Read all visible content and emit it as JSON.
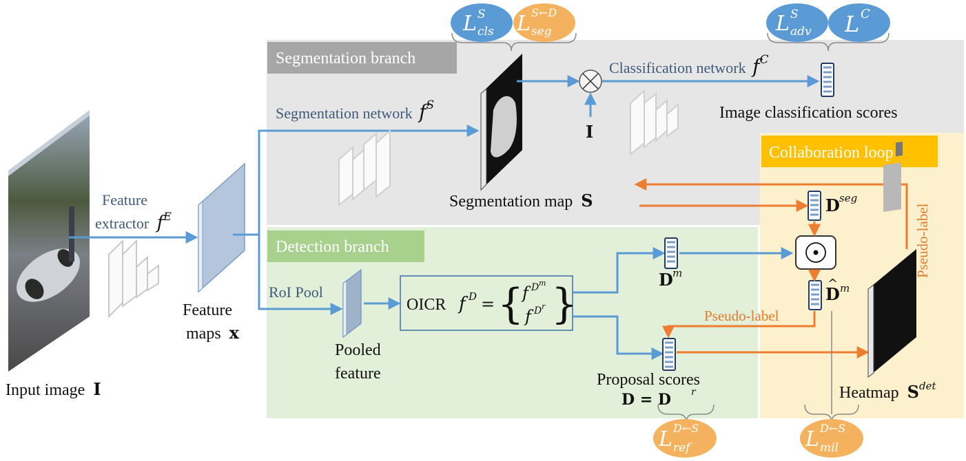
{
  "branches": {
    "segmentation": "Segmentation branch",
    "detection": "Detection branch",
    "collaboration": "Collaboration loop"
  },
  "labels": {
    "input_image": "Input image",
    "feature_extractor_line1": "Feature",
    "feature_extractor_line2": "extractor",
    "feature_maps_line1": "Feature",
    "feature_maps_line2": "maps",
    "segmentation_network": "Segmentation network",
    "classification_network": "Classification  network",
    "image_classification_scores": "Image classification scores",
    "segmentation_map": "Segmentation map",
    "roi_pool": "RoI Pool",
    "pooled_feature_line1": "Pooled",
    "pooled_feature_line2": "feature",
    "oicr": "OICR",
    "proposal_scores": "Proposal scores",
    "heatmap": "Heatmap",
    "pseudo_label_horizontal": "Pseudo-label",
    "pseudo_label_vertical": "Pseudo-label"
  },
  "math": {
    "I_bold": "I",
    "x_bold": "x",
    "S_bold": "S",
    "fE_base": "f",
    "fE_sup": "E",
    "fS_base": "f",
    "fS_sup": "S",
    "fC_base": "f",
    "fC_sup": "C",
    "fD_base": "f",
    "fD_sup": "D",
    "fDm_base": "f",
    "fDm_sup": "D",
    "fDm_supsup": "m",
    "fDr_base": "f",
    "fDr_sup": "D",
    "fDr_supsup": "r",
    "D_seg_base": "D",
    "D_seg_sup": "seg",
    "D_m_base": "D",
    "D_m_sup": "m",
    "Dhat_m_base": "D",
    "Dhat_m_sup": "m",
    "D_eq": "D = D",
    "D_eq_sup": "r",
    "S_det_base": "S",
    "S_det_sup": "det"
  },
  "bubbles": {
    "L_cls_S": {
      "base": "L",
      "sup": "S",
      "sub": "cls"
    },
    "L_seg_SD": {
      "base": "L",
      "sup": "S←D",
      "sub": "seg"
    },
    "L_adv_S": {
      "base": "L",
      "sup": "S",
      "sub": "adv"
    },
    "L_C": {
      "base": "L",
      "sup": "C",
      "sub": ""
    },
    "L_ref_DS": {
      "base": "L",
      "sup": "D←S",
      "sub": "ref"
    },
    "L_mil_DS": {
      "base": "L",
      "sup": "D←S",
      "sub": "mil"
    }
  },
  "colors": {
    "blue_arrow": "#5b9bd5",
    "orange_arrow": "#ed7d31",
    "seg_bg": "#e6e6e6",
    "det_bg": "#e2efd9",
    "collab_bg": "#fdf0cc",
    "seg_title_bg": "#a6a6a6",
    "det_title_bg": "#a9d18e",
    "collab_title_bg": "#ffc000",
    "bubble_blue": "#5b9bd5",
    "bubble_orange": "#f4b25e"
  },
  "operators": {
    "multiply": "⊗",
    "hadamard": "⊙"
  }
}
